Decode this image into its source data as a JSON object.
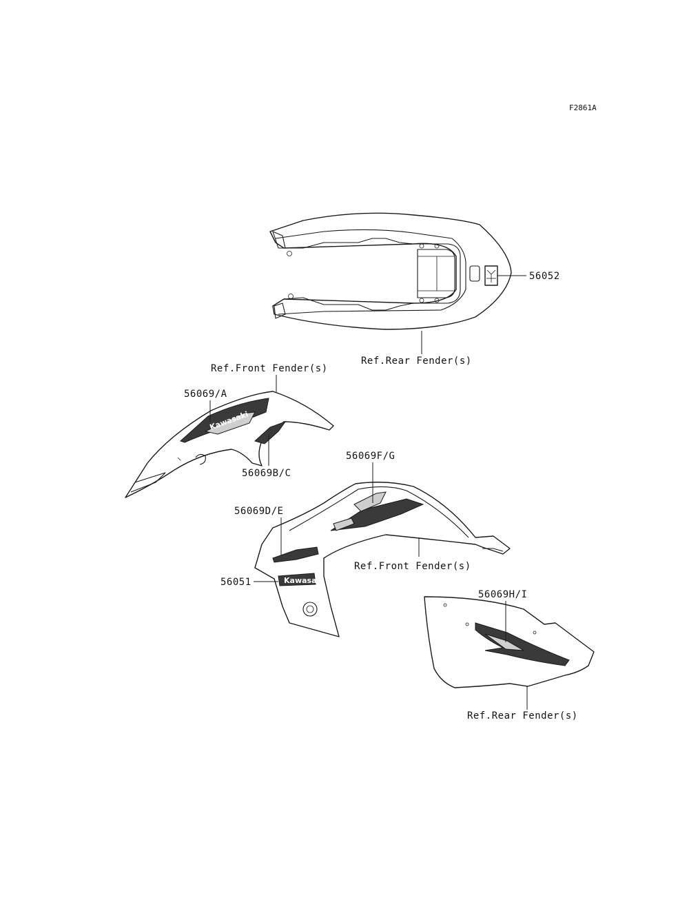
{
  "figure_code": "F2861A",
  "labels": {
    "p56052": "56052",
    "ref_rear_fender_1": "Ref.Rear Fender(s)",
    "ref_front_fender_1": "Ref.Front Fender(s)",
    "p56069_a": "56069/A",
    "p56069_bc": "56069B/C",
    "p56069_fg": "56069F/G",
    "p56069_de": "56069D/E",
    "p56051": "56051",
    "ref_front_fender_2": "Ref.Front Fender(s)",
    "p56069_hi": "56069H/I",
    "ref_rear_fender_2": "Ref.Rear Fender(s)"
  },
  "logo_text": "Kawasaki"
}
